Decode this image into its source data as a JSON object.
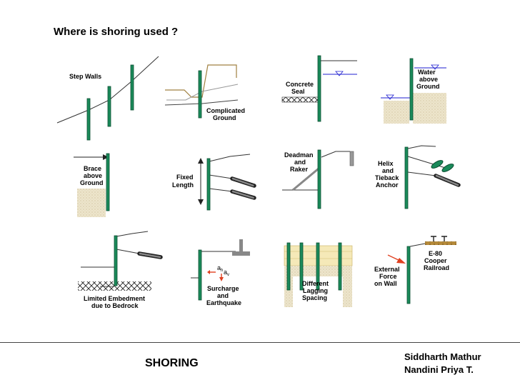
{
  "slide": {
    "title": "Where is shoring used ?",
    "footer_title": "SHORING",
    "authors": [
      "Siddharth Mathur",
      "Nandini Priya T."
    ]
  },
  "panels": [
    {
      "id": "step-walls",
      "label": [
        "Step Walls"
      ]
    },
    {
      "id": "complicated-ground",
      "label": [
        "Complicated",
        "Ground"
      ]
    },
    {
      "id": "concrete-seal",
      "label": [
        "Concrete",
        "Seal"
      ]
    },
    {
      "id": "water-above-ground",
      "label": [
        "Water",
        "above",
        "Ground"
      ]
    },
    {
      "id": "brace-above-ground",
      "label": [
        "Brace",
        "above",
        "Ground"
      ]
    },
    {
      "id": "fixed-length",
      "label": [
        "Fixed",
        "Length"
      ]
    },
    {
      "id": "deadman-raker",
      "label": [
        "Deadman",
        "and",
        "Raker"
      ]
    },
    {
      "id": "helix-tieback",
      "label": [
        "Helix",
        "and",
        "Tieback",
        "Anchor"
      ]
    },
    {
      "id": "limited-embedment",
      "label": [
        "Limited Embedment",
        "due to Bedrock"
      ]
    },
    {
      "id": "surcharge-earthquake",
      "label": [
        "Surcharge",
        "and",
        "Earthquake"
      ]
    },
    {
      "id": "different-lagging",
      "label": [
        "Different",
        "Lagging",
        "Spacing"
      ]
    },
    {
      "id": "external-force",
      "label": [
        "External",
        "Force",
        "on Wall"
      ]
    },
    {
      "id": "e80-cooper",
      "label": [
        "E-80",
        "Cooper",
        "Railroad"
      ]
    }
  ],
  "symbols": {
    "accel_h": "a",
    "accel_h_sub": "h",
    "accel_v": "a",
    "accel_v_sub": "v"
  },
  "colors": {
    "pile": "#1a8a5a",
    "soil": "#e9e0c6",
    "water": "#1f1fd0",
    "arrow_red": "#e04020",
    "rail": "#8b6a2e",
    "ground_line": "#a08040"
  }
}
